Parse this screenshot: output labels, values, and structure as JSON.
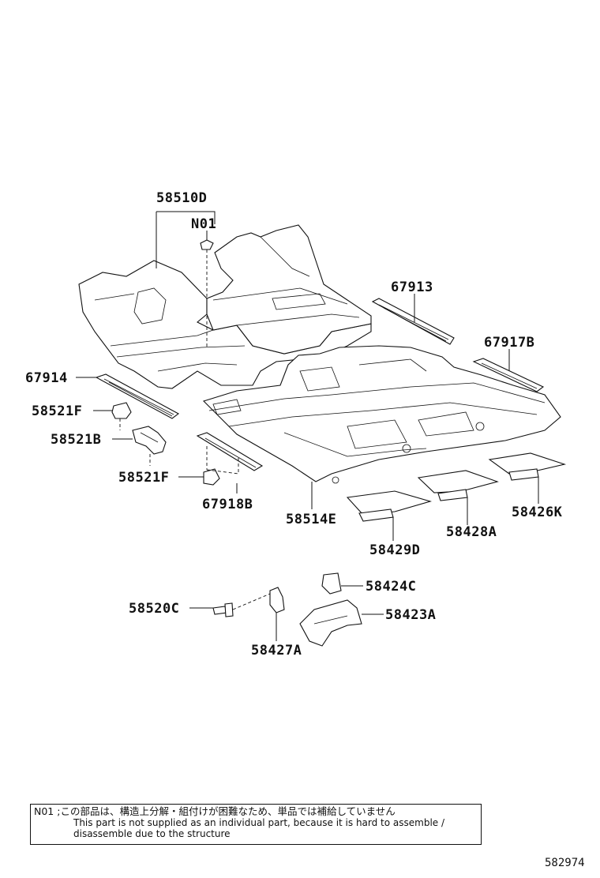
{
  "labels": {
    "p58510D": "58510D",
    "pN01": "N01",
    "p67913": "67913",
    "p67917B": "67917B",
    "p67914": "67914",
    "p58521F_a": "58521F",
    "p58521B": "58521B",
    "p58521F_b": "58521F",
    "p67918B": "67918B",
    "p58514E": "58514E",
    "p58428A": "58428A",
    "p58426K": "58426K",
    "p58429D": "58429D",
    "p58424C": "58424C",
    "p58520C": "58520C",
    "p58423A": "58423A",
    "p58427A": "58427A"
  },
  "note": {
    "jp": "N01 ;この部品は、構造上分解・組付けが困難なため、単品では補給していません",
    "en_line1": "This part is not supplied as an individual part, because it is hard to assemble /",
    "en_line2": "disassemble due to the structure"
  },
  "figure_number": "582974"
}
